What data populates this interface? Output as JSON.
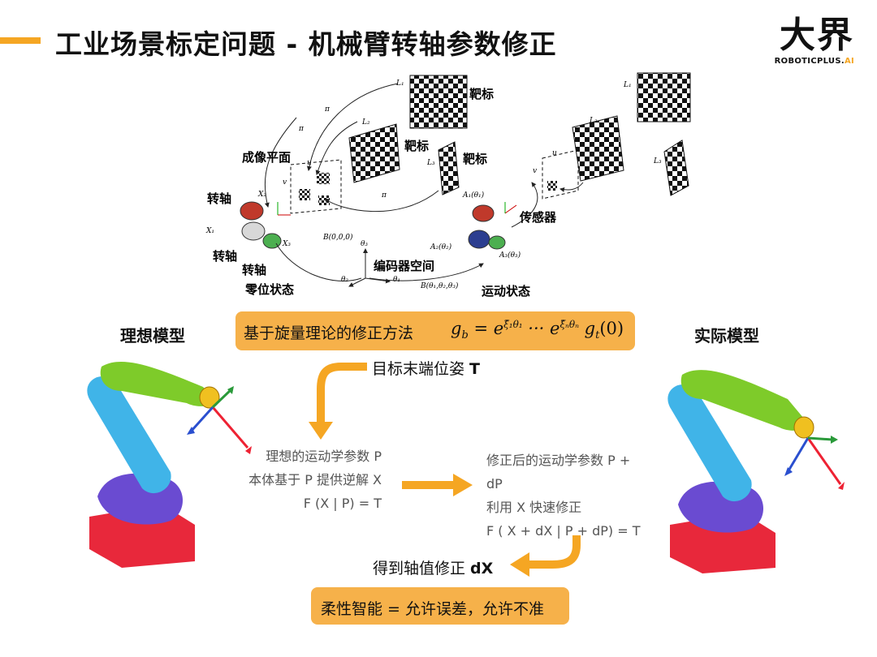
{
  "slide": {
    "title": "工业场景标定问题 - 机械臂转轴参数修正",
    "accent_color": "#f5a623",
    "box_color": "#f6b14a"
  },
  "logo": {
    "main": "大界",
    "sub_prefix": "ROBOTICPLUS.",
    "sub_suffix": "AI"
  },
  "diagram": {
    "labels": {
      "target_1": "靶标",
      "target_2": "靶标",
      "target_3": "靶标",
      "imaging_plane": "成像平面",
      "axis_1": "转轴",
      "axis_2": "转轴",
      "axis_3": "转轴",
      "zero_state": "零位状态",
      "encoder_space": "编码器空间",
      "motion_state": "运动状态",
      "sensor": "传感器"
    },
    "math_labels": {
      "L1": "L₁",
      "L2": "L₂",
      "L3": "L₃",
      "L1b": "L₁",
      "L2b": "L₂",
      "L3b": "L₃",
      "pi1": "π",
      "pi2": "π",
      "pi3": "π",
      "u": "u",
      "v": "v",
      "u2": "u",
      "v2": "v",
      "X1": "X₁",
      "X2": "X₂",
      "X3": "X₃",
      "B0": "B(0,0,0)",
      "Btheta": "B(θ₁,θ₂,θ₃)",
      "theta1": "θ₁",
      "theta2": "θ₂",
      "theta3": "θ₃",
      "A1": "A₁(θ₁)",
      "A2": "A₂(θ₂)",
      "A3": "A₃(θ₃)"
    }
  },
  "ideal_label": "理想模型",
  "actual_label": "实际模型",
  "formula": {
    "text": "基于旋量理论的修正方法",
    "math": "g_b = e^{ξ̂₁θ₁} ··· e^{ξ̂ₙθₙ} g_t(0)",
    "math_display": "g",
    "math_b": "b",
    "math_eq": " = e",
    "math_exp1": "ξ̂₁θ₁",
    "math_dots": " ··· e",
    "math_expn": "ξ̂ₙθₙ",
    "math_g": " g",
    "math_t": "t",
    "math_end": "(0)"
  },
  "goal": {
    "text": "目标末端位姿 ",
    "bold": "T"
  },
  "ideal_block": [
    "理想的运动学参数 P",
    "本体基于 P 提供逆解 X",
    "F (X | P) = T"
  ],
  "actual_block": [
    "修正后的运动学参数 P +",
    "dP",
    "利用 X 快速修正",
    "F ( X + dX | P + dP) = T"
  ],
  "result": {
    "text": "得到轴值修正 ",
    "bold": "dX"
  },
  "bottom": {
    "text": "柔性智能 = 允许误差，允许不准"
  }
}
